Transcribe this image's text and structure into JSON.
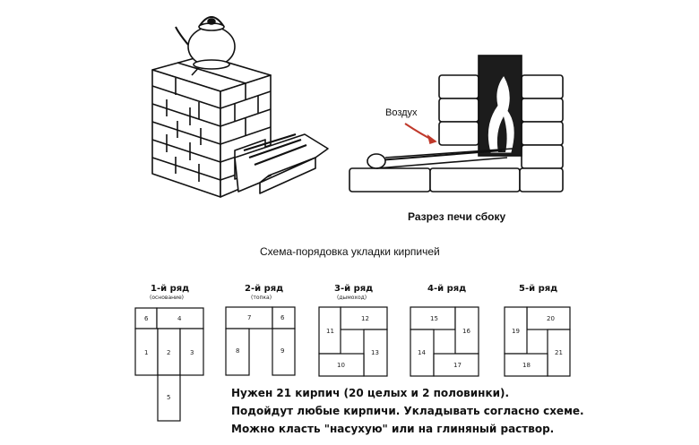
{
  "top_left": {
    "kettle": "kettle-icon"
  },
  "side_view": {
    "air_label": "Воздух",
    "caption": "Разрез печи сбоку"
  },
  "scheme_title": "Схема-порядовка укладки кирпичей",
  "rows": [
    {
      "title": "1-й ряд",
      "subtitle": "(основание)",
      "bricks": [
        "6",
        "4",
        "1",
        "2",
        "3",
        "5"
      ]
    },
    {
      "title": "2-й ряд",
      "subtitle": "(топка)",
      "bricks": [
        "7",
        "6",
        "8",
        "9"
      ]
    },
    {
      "title": "3-й ряд",
      "subtitle": "(дымоход)",
      "bricks": [
        "12",
        "11",
        "13",
        "10"
      ]
    },
    {
      "title": "4-й ряд",
      "subtitle": "",
      "bricks": [
        "15",
        "16",
        "14",
        "17"
      ]
    },
    {
      "title": "5-й ряд",
      "subtitle": "",
      "bricks": [
        "20",
        "19",
        "21",
        "18"
      ]
    }
  ],
  "notes": [
    "Нужен 21 кирпич (20 целых и 2 половинки).",
    "Подойдут любые кирпичи.  Укладывать согласно схеме.",
    "Можно класть \"насухую\" или на глиняный раствор."
  ]
}
